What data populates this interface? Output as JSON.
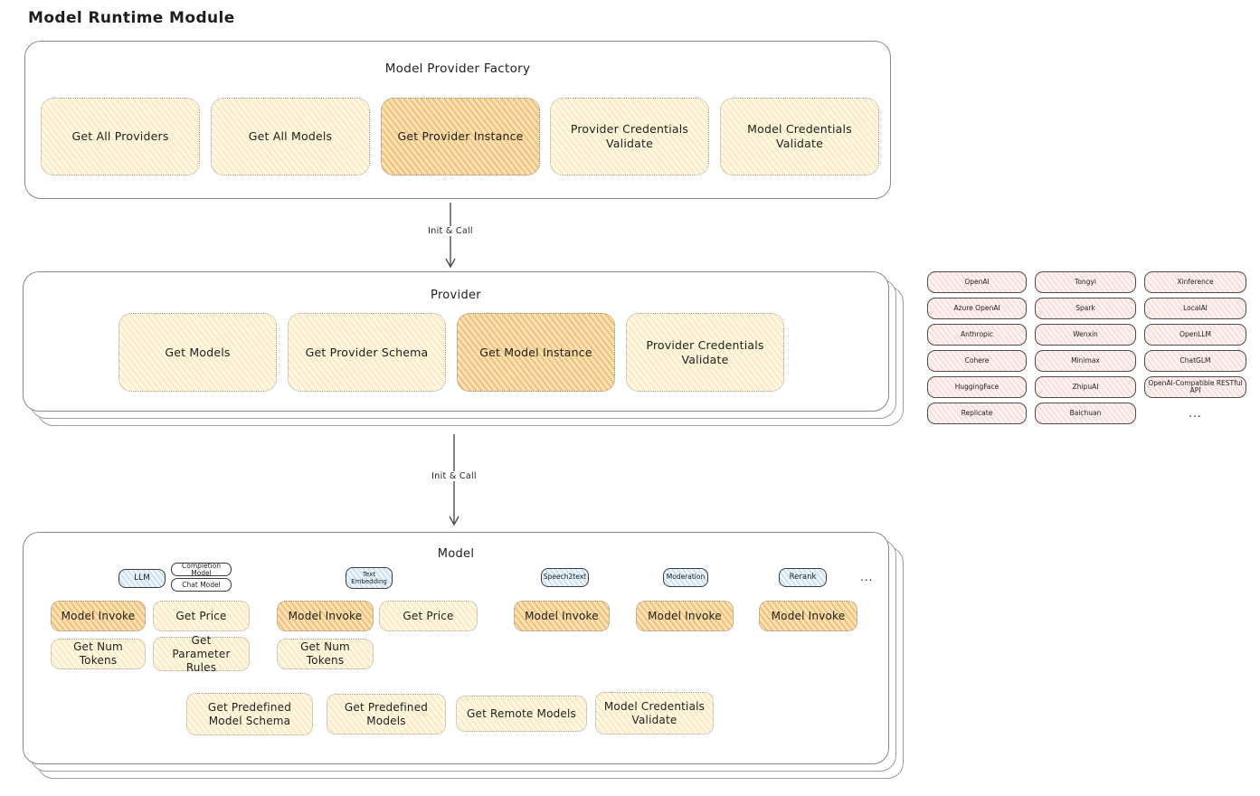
{
  "page": {
    "title": "Model Runtime Module"
  },
  "flow": {
    "init_call": "Init & Call"
  },
  "factory": {
    "title": "Model Provider Factory",
    "buttons": [
      {
        "label": "Get All Providers",
        "highlight": false
      },
      {
        "label": "Get All Models",
        "highlight": false
      },
      {
        "label": "Get Provider Instance",
        "highlight": true
      },
      {
        "label": "Provider Credentials Validate",
        "highlight": false
      },
      {
        "label": "Model Credentials Validate",
        "highlight": false
      }
    ]
  },
  "provider": {
    "title": "Provider",
    "buttons": [
      {
        "label": "Get Models",
        "highlight": false
      },
      {
        "label": "Get Provider Schema",
        "highlight": false
      },
      {
        "label": "Get Model Instance",
        "highlight": true
      },
      {
        "label": "Provider Credentials Validate",
        "highlight": false
      }
    ]
  },
  "providers_panel": {
    "items": [
      "OpenAI",
      "Tongyi",
      "Xinference",
      "Azure OpenAI",
      "Spark",
      "LocalAI",
      "Anthropic",
      "Wenxin",
      "OpenLLM",
      "Cohere",
      "Minimax",
      "ChatGLM",
      "HuggingFace",
      "ZhipuAI",
      "OpenAI-Compatible RESTful API",
      "Replicate",
      "Baichuan"
    ],
    "ellipsis": "..."
  },
  "model": {
    "title": "Model",
    "tabs": [
      {
        "label": "LLM"
      },
      {
        "label": "Completion Model"
      },
      {
        "label": "Chat Model"
      },
      {
        "label": "Text Embedding"
      },
      {
        "label": "Speech2text"
      },
      {
        "label": "Moderation"
      },
      {
        "label": "Rerank"
      }
    ],
    "tabs_ellipsis": "...",
    "sections": [
      {
        "name": "llm",
        "buttons": [
          {
            "label": "Model Invoke",
            "highlight": true
          },
          {
            "label": "Get Price",
            "highlight": false
          },
          {
            "label": "Get Num Tokens",
            "highlight": false
          },
          {
            "label": "Get Parameter Rules",
            "highlight": false
          }
        ]
      },
      {
        "name": "text-embedding",
        "buttons": [
          {
            "label": "Model Invoke",
            "highlight": true
          },
          {
            "label": "Get Price",
            "highlight": false
          },
          {
            "label": "Get Num Tokens",
            "highlight": false
          }
        ]
      },
      {
        "name": "speech2text",
        "buttons": [
          {
            "label": "Model Invoke",
            "highlight": true
          }
        ]
      },
      {
        "name": "moderation",
        "buttons": [
          {
            "label": "Model Invoke",
            "highlight": true
          }
        ]
      },
      {
        "name": "rerank",
        "buttons": [
          {
            "label": "Model Invoke",
            "highlight": true
          }
        ]
      }
    ],
    "shared_buttons": [
      {
        "label": "Get Predefined Model Schema"
      },
      {
        "label": "Get Predefined Models"
      },
      {
        "label": "Get Remote Models"
      },
      {
        "label": "Model Credentials Validate"
      }
    ]
  },
  "colors": {
    "node_yellow_fill": "#fdf7e4",
    "node_yellow_hatch": "#f2c95c",
    "node_orange_fill": "#f9e3ba",
    "node_orange_hatch": "#eea33a",
    "provider_pink_fill": "#fdf2f0",
    "provider_pink_hatch": "#e5786e",
    "tab_blue_fill": "#ecf5fb",
    "tab_blue_hatch": "#609ed6",
    "box_border": "#8a8a8a",
    "node_border": "#a2a2a2",
    "text": "#1e1e1e"
  }
}
